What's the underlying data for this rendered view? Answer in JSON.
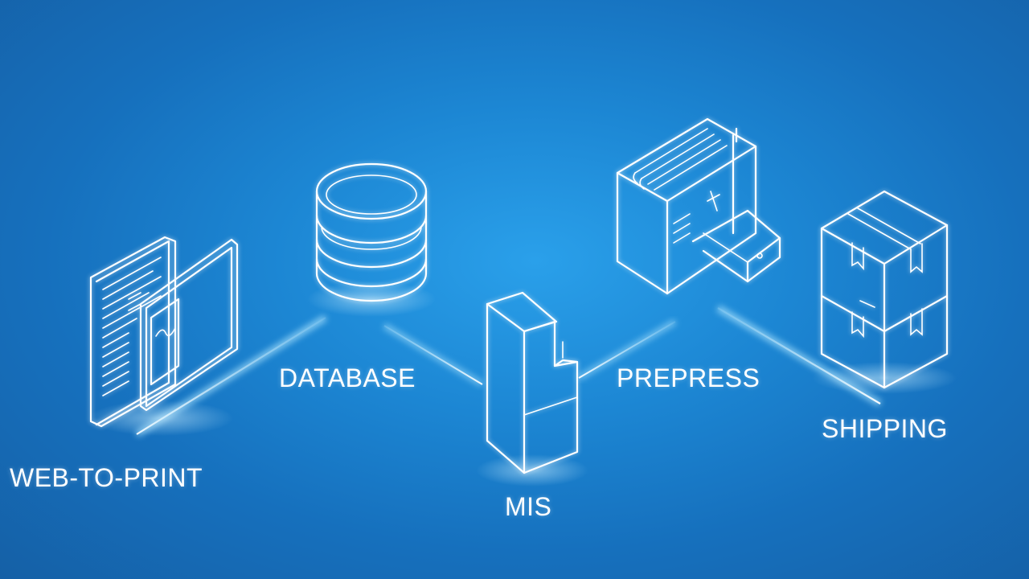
{
  "nodes": {
    "web_to_print": {
      "label": "WEB-TO-PRINT",
      "icon": "web-to-print-document-icon"
    },
    "database": {
      "label": "DATABASE",
      "icon": "database-cylinder-icon"
    },
    "mis": {
      "label": "MIS",
      "icon": "mis-server-tower-icon"
    },
    "prepress": {
      "label": "PREPRESS",
      "icon": "prepress-machine-icon"
    },
    "shipping": {
      "label": "SHIPPING",
      "icon": "shipping-boxes-icon"
    }
  },
  "colors": {
    "background": "#1c86d3",
    "line": "#ffffff",
    "glow": "#9fe0ff"
  }
}
